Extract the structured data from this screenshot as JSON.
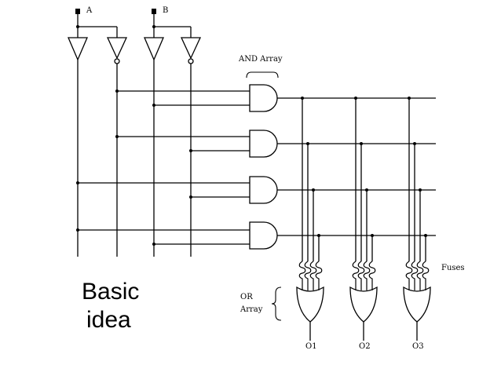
{
  "caption": {
    "line1": "Basic",
    "line2": "idea"
  },
  "inputs": [
    {
      "label": "A"
    },
    {
      "label": "B"
    }
  ],
  "labels": {
    "and_array": "AND Array",
    "or_array_line1": "OR",
    "or_array_line2": "Array",
    "fuses": "Fuses"
  },
  "outputs": [
    {
      "label": "O1"
    },
    {
      "label": "O2"
    },
    {
      "label": "O3"
    }
  ],
  "colors": {
    "ink": "#000000",
    "background": "#ffffff"
  }
}
